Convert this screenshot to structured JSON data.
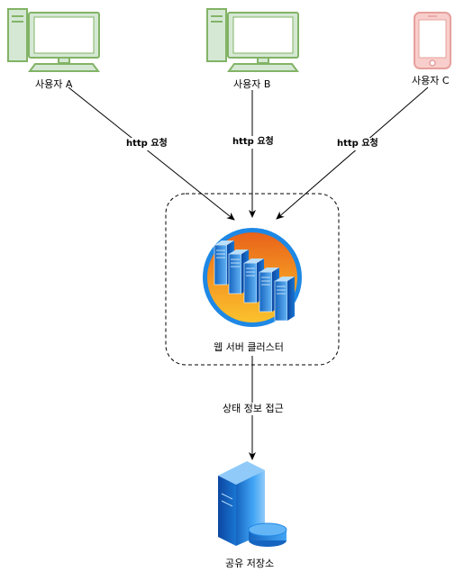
{
  "users": [
    {
      "label": "사용자 A",
      "device": "desktop-computer-icon"
    },
    {
      "label": "사용자 B",
      "device": "desktop-computer-icon"
    },
    {
      "label": "사용자 C",
      "device": "mobile-phone-icon"
    }
  ],
  "edges": {
    "request_label": "http 요청",
    "state_access_label": "상태 정보 접근"
  },
  "cluster": {
    "label": "웹 서버 클러스터",
    "icon": "server-cluster-icon"
  },
  "storage": {
    "label": "공유 저장소",
    "icon": "database-server-icon"
  },
  "colors": {
    "desktop_stroke": "#82b366",
    "desktop_fill": "#d5e8d4",
    "phone_stroke": "#e6a09c",
    "phone_fill": "#f8cecc",
    "cluster_ring": "#1e88e5",
    "cluster_top": "#ef6c1a",
    "cluster_bottom": "#fbc02d",
    "server_blue": "#2196f3"
  }
}
